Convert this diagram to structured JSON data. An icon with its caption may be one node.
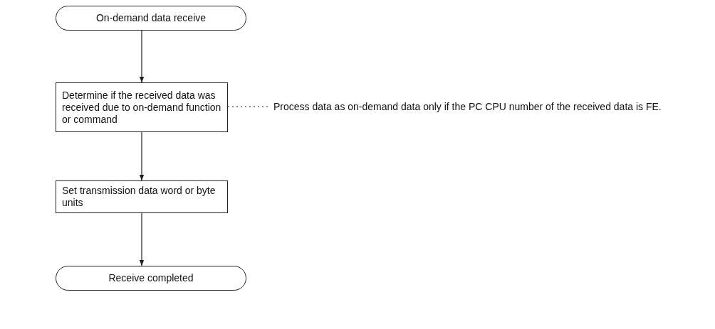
{
  "diagram": {
    "nodes": [
      {
        "text": [
          "On-demand data receive"
        ]
      },
      {
        "text": [
          "Determine if the received data was received due to on-demand function or command"
        ]
      },
      {
        "text": [
          "Set transmission data word or byte units"
        ]
      },
      {
        "text": [
          "Receive completed"
        ]
      },
      {
        "text": [
          "Process data as on-demand data only if the PC CPU number of the received data is FE."
        ]
      }
    ],
    "edges": [
      {
        "from": 0,
        "to": 1,
        "arrow": "to"
      },
      {
        "from": 1,
        "to": 2,
        "arrow": "to"
      },
      {
        "from": 2,
        "to": 3,
        "arrow": "to"
      },
      {
        "from": 1,
        "to": 4,
        "arrow": "none",
        "style": "dashed"
      }
    ]
  }
}
